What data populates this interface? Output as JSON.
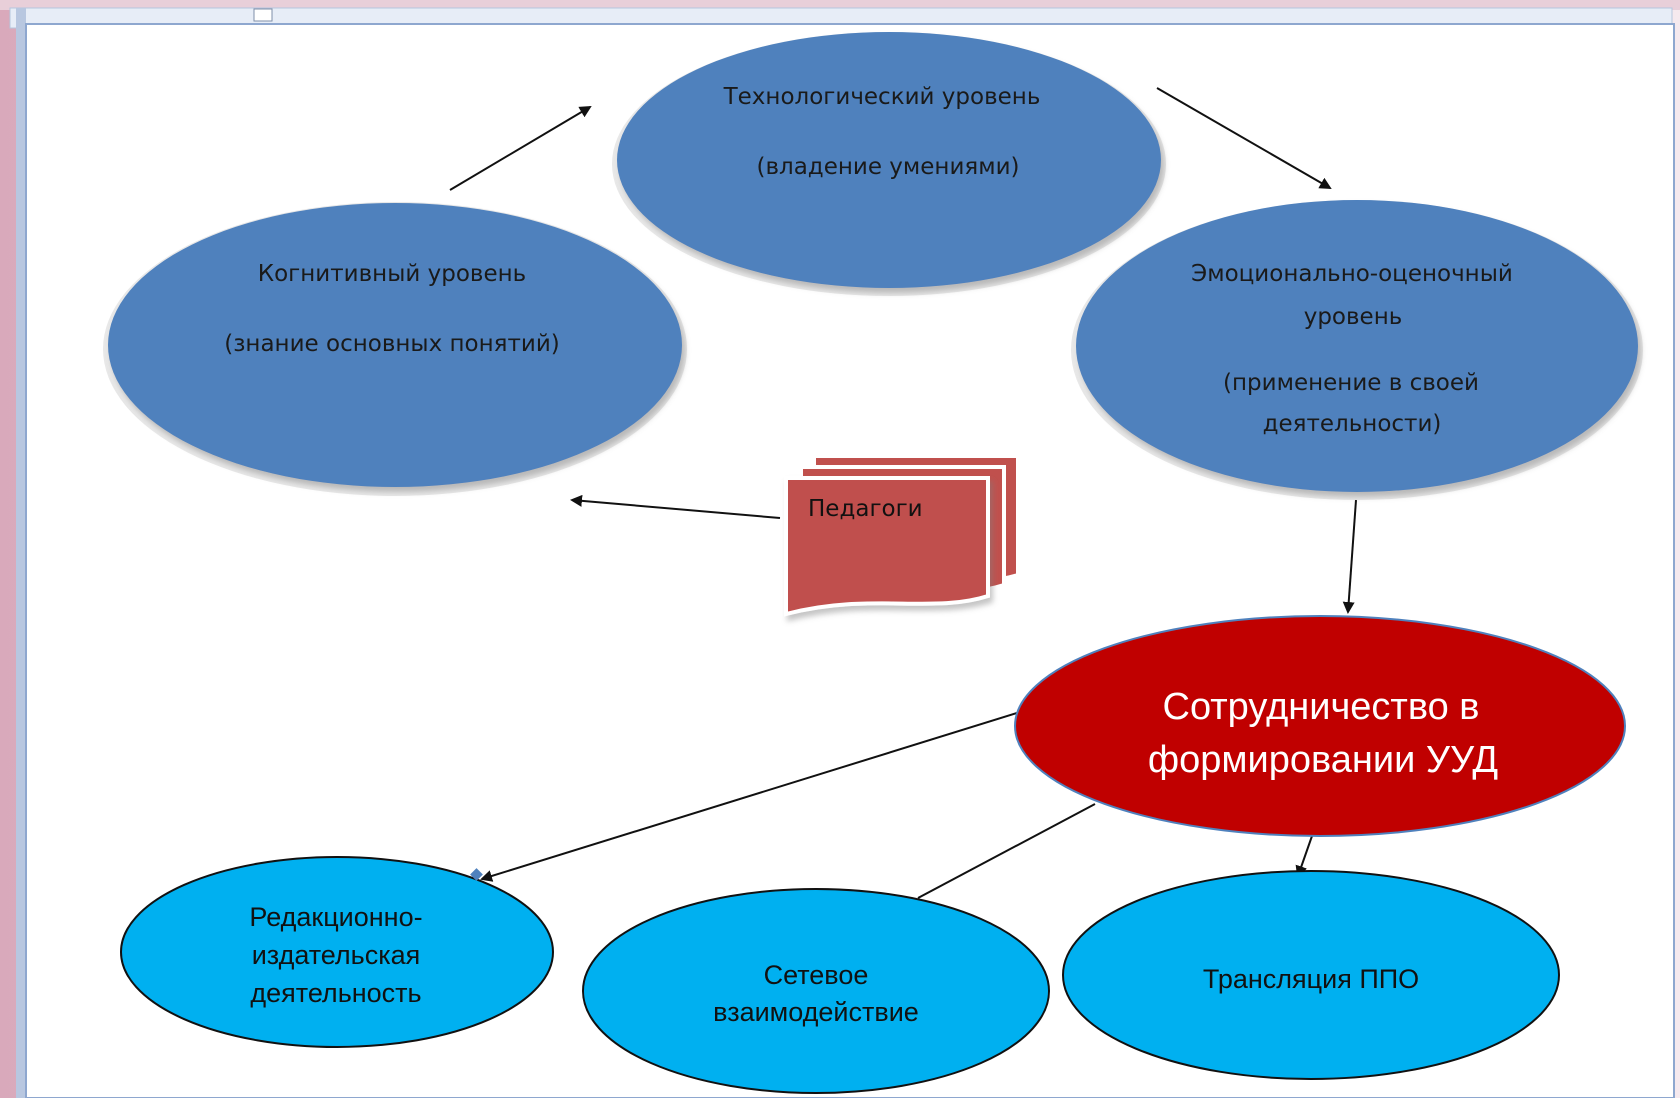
{
  "colors": {
    "blue_node": "#4f81bd",
    "red_node": "#c00000",
    "cyan_node": "#00b0f0",
    "document_shape": "#c0504d",
    "arrow": "#111111"
  },
  "nodes": {
    "technological": {
      "line1": "Технологический уровень",
      "line2": "(владение умениями)"
    },
    "cognitive": {
      "line1": "Когнитивный уровень",
      "line2": "(знание основных понятий)"
    },
    "emotional": {
      "line1": "Эмоционально-оценочный",
      "line2": "уровень",
      "line3": "(применение в своей",
      "line4": "деятельности)"
    },
    "teachers": {
      "label": "Педагоги",
      "icon": "multi-document-icon"
    },
    "cooperation": {
      "line1": "Сотрудничество в",
      "line2": "формировании УУД"
    },
    "editorial": {
      "line1": "Редакционно-",
      "line2": "издательская",
      "line3": "деятельность"
    },
    "network": {
      "line1": "Сетевое",
      "line2": "взаимодействие"
    },
    "translation": {
      "line1": "Трансляция ППО"
    }
  }
}
